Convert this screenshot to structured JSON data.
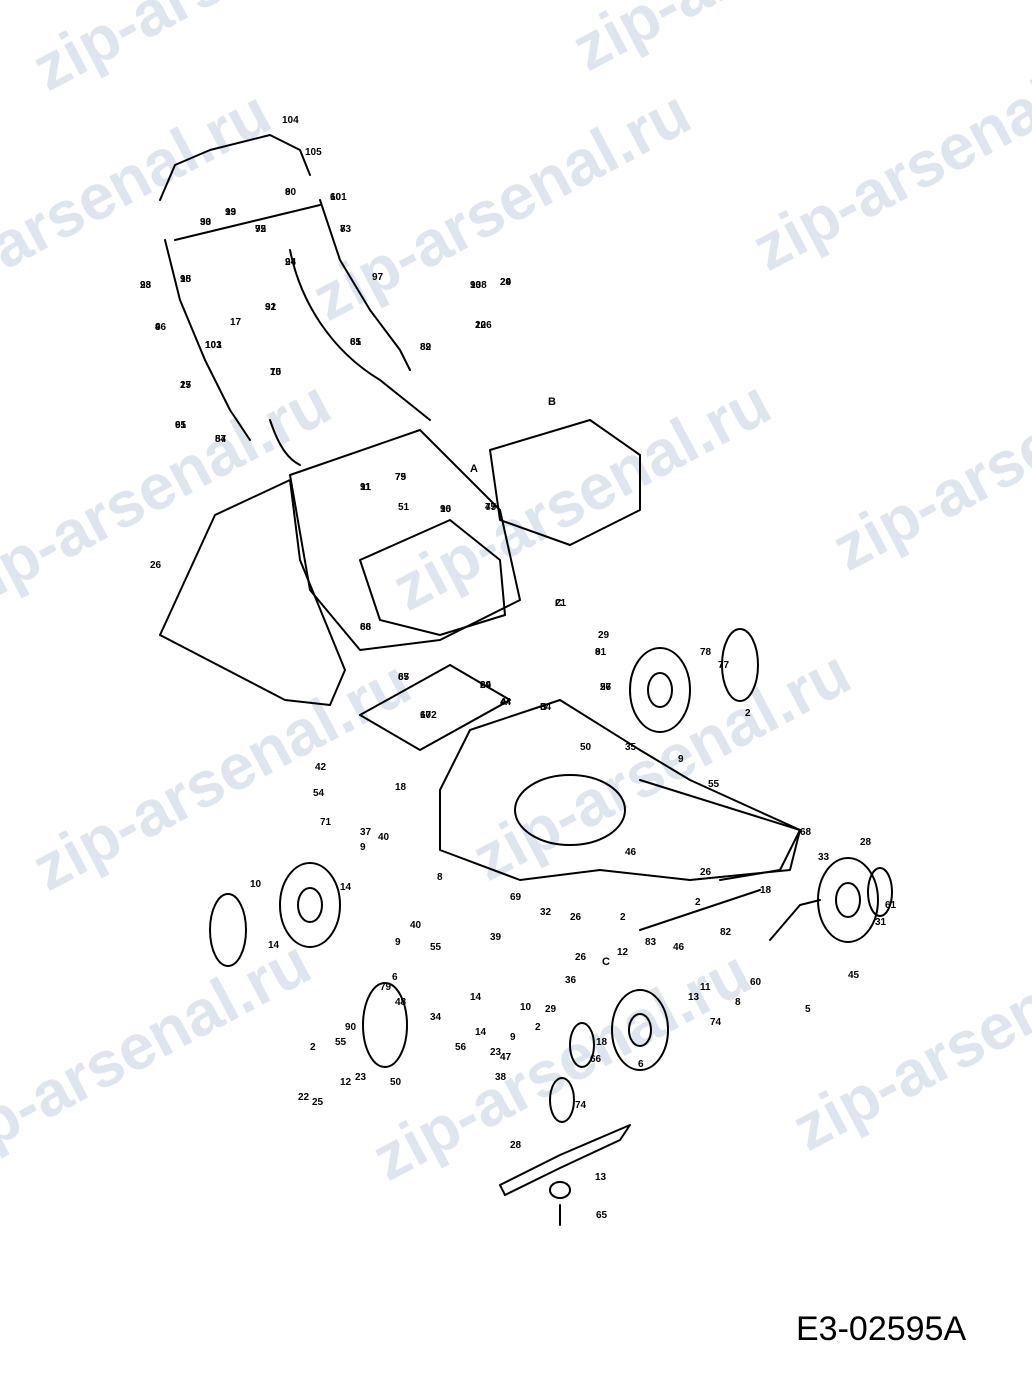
{
  "watermark_text": "zip-arsenal.ru",
  "reference_code": "E3-02595A",
  "assembly_letters": [
    "A",
    "B",
    "C"
  ],
  "part_labels": [
    "104",
    "105",
    "93",
    "99",
    "95",
    "90",
    "101",
    "83",
    "93",
    "98",
    "92",
    "94",
    "96",
    "97",
    "103",
    "82",
    "93",
    "24",
    "22",
    "27",
    "17",
    "91",
    "84",
    "81",
    "70",
    "75",
    "90",
    "75",
    "91",
    "88",
    "85",
    "67",
    "64",
    "A",
    "B",
    "26",
    "91",
    "21",
    "29",
    "50",
    "51",
    "26",
    "78",
    "77",
    "2",
    "35",
    "42",
    "54",
    "71",
    "37",
    "40",
    "18",
    "9",
    "8",
    "46",
    "55",
    "26",
    "68",
    "28",
    "14",
    "9",
    "10",
    "14",
    "69",
    "39",
    "40",
    "9",
    "55",
    "32",
    "26",
    "2",
    "2",
    "82",
    "46",
    "83",
    "18",
    "26",
    "36",
    "6",
    "48",
    "34",
    "14",
    "10",
    "2",
    "29",
    "9",
    "14",
    "56",
    "90",
    "55",
    "2",
    "22",
    "25",
    "12",
    "23",
    "50",
    "23",
    "12",
    "38",
    "47",
    "66",
    "79",
    "18",
    "11",
    "60",
    "74",
    "13",
    "5",
    "31",
    "61",
    "33",
    "30",
    "13",
    "72",
    "8",
    "60",
    "7",
    "28",
    "8",
    "15",
    "45",
    "31",
    "24",
    "4",
    "101",
    "89",
    "108",
    "29",
    "106",
    "15",
    "65",
    "57",
    "65",
    "6",
    "15",
    "79",
    "16",
    "47",
    "11",
    "66",
    "74",
    "28",
    "13",
    "67",
    "65",
    "102",
    "29",
    "44",
    "64",
    "57",
    "8",
    "C"
  ]
}
